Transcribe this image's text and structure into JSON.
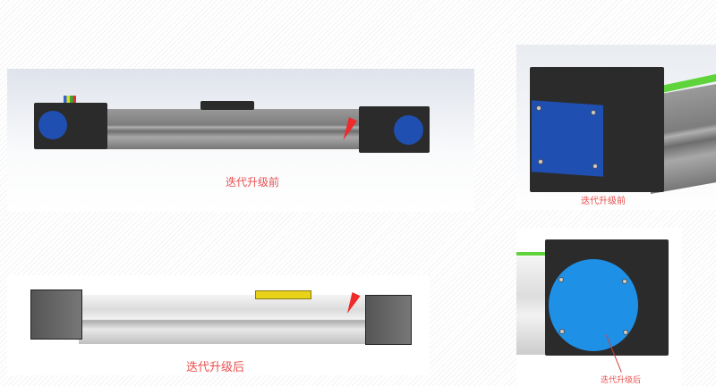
{
  "panels": [
    {
      "caption": "迭代升级前"
    },
    {
      "caption": "迭代升级前"
    },
    {
      "caption": "迭代升级后"
    },
    {
      "caption": "迭代升级后"
    }
  ],
  "colors": {
    "caption": "#e8504f",
    "blue_old": "#1f4fb0",
    "blue_new": "#1e90e6",
    "arrow": "#ee2a2a",
    "slider_new": "#e8d21a",
    "stripe": "#5fd43a"
  }
}
